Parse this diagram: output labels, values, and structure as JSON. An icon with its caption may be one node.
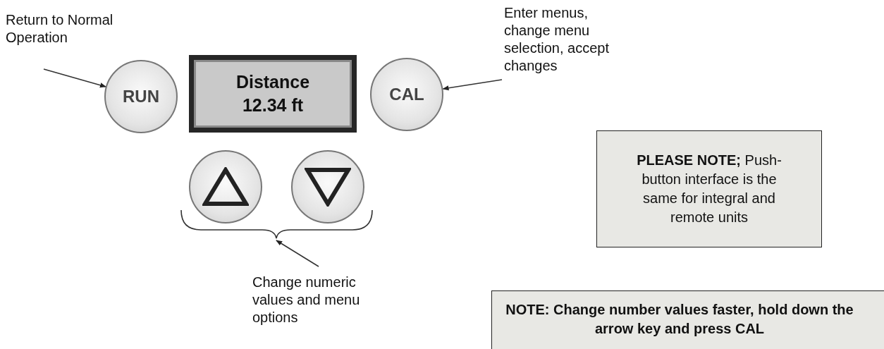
{
  "diagram": {
    "nodes": [
      {
        "text": [
          "Return to Normal Operation"
        ]
      },
      {
        "text": [
          "RUN"
        ]
      },
      {
        "text": [
          "Distance 12.34 ft"
        ]
      },
      {
        "text": [
          "CAL"
        ]
      },
      {
        "text": [
          "Enter menus, change menu selection, accept changes"
        ]
      },
      {
        "text": [],
        "shape": "circle"
      },
      {
        "text": [],
        "shape": "circle"
      },
      {
        "text": [
          "Change numeric values and menu options"
        ]
      },
      {
        "text": [
          "**PLEASE NOTE;** Push-button interface is the same for integral and remote units"
        ]
      },
      {
        "text": [
          "NOTE: Change number values faster, hold down the arrow key and press CAL"
        ]
      }
    ],
    "edges": [
      {
        "from": 0,
        "to": 1,
        "arrow": "to"
      },
      {
        "from": 4,
        "to": 3,
        "arrow": "to"
      },
      {
        "from": 7,
        "to": 5,
        "arrow": "to"
      },
      {
        "from": 7,
        "to": 6,
        "arrow": "to"
      }
    ]
  }
}
